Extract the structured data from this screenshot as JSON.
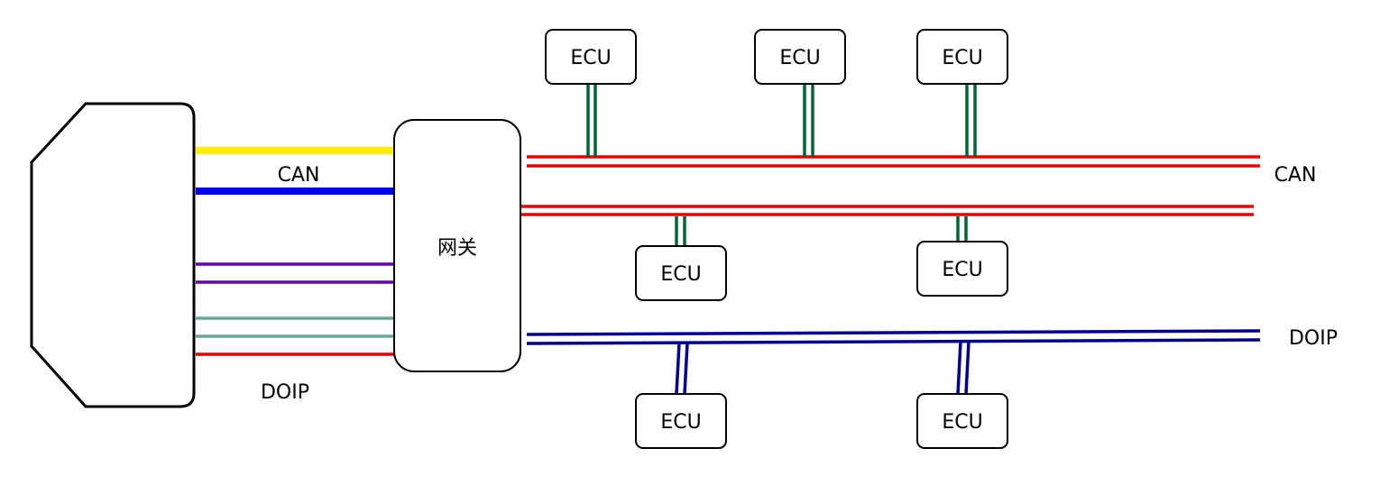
{
  "gateway": {
    "label": "网关"
  },
  "left_labels": {
    "can": "CAN",
    "doip": "DOIP"
  },
  "right_labels": {
    "can": "CAN",
    "doip": "DOIP"
  },
  "ecu": {
    "top1": "ECU",
    "top2": "ECU",
    "top3": "ECU",
    "mid1": "ECU",
    "mid2": "ECU",
    "bot1": "ECU",
    "bot2": "ECU"
  },
  "colors": {
    "can_bus": "#ee0000",
    "doip_bus": "#000099",
    "ecu_link_can": "#006633",
    "ecu_link_doip": "#000099",
    "wire_yellow": "#ffee00",
    "wire_blue": "#0000ee",
    "wire_purple": "#6600bb",
    "wire_teal": "#66aa99",
    "wire_red": "#ee0000"
  }
}
